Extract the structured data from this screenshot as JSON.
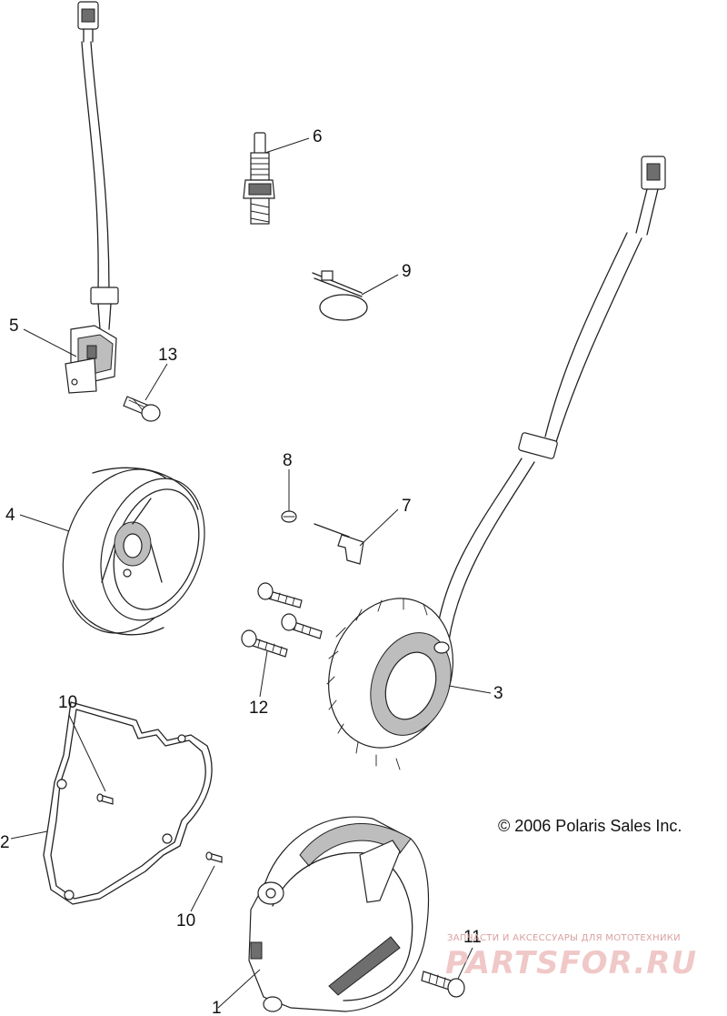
{
  "callouts": [
    {
      "id": "1",
      "label": "1"
    },
    {
      "id": "2",
      "label": "2"
    },
    {
      "id": "3",
      "label": "3"
    },
    {
      "id": "4",
      "label": "4"
    },
    {
      "id": "5",
      "label": "5"
    },
    {
      "id": "6",
      "label": "6"
    },
    {
      "id": "7",
      "label": "7"
    },
    {
      "id": "8",
      "label": "8"
    },
    {
      "id": "9",
      "label": "9"
    },
    {
      "id": "10a",
      "label": "10"
    },
    {
      "id": "10b",
      "label": "10"
    },
    {
      "id": "11",
      "label": "11"
    },
    {
      "id": "12",
      "label": "12"
    },
    {
      "id": "13",
      "label": "13"
    }
  ],
  "copyright": "© 2006 Polaris Sales Inc.",
  "watermark": {
    "tagline": "ЗАПЧАСТИ И АКСЕССУАРЫ ДЛЯ МОТОТЕХНИКИ",
    "brand": "PARTSFOR.RU"
  },
  "colors": {
    "line": "#222222",
    "shade": "#bdbdbd",
    "watermark": "#f0c8c8"
  }
}
